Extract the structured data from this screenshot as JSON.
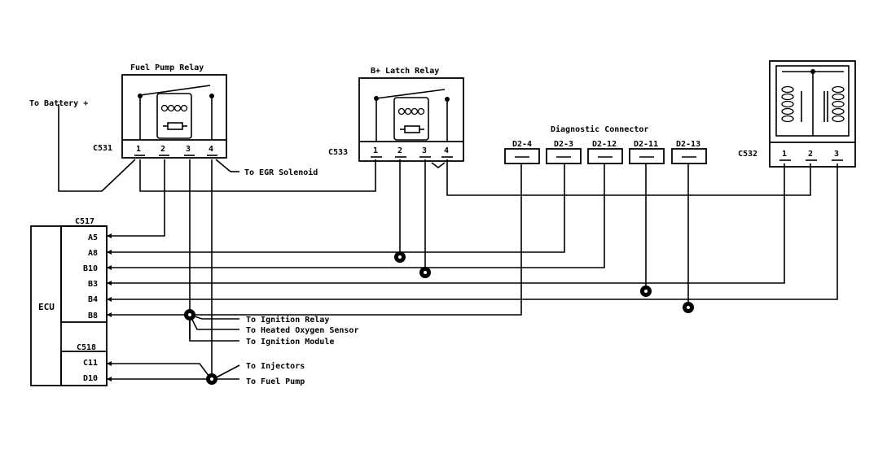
{
  "fuel_pump_relay": {
    "title": "Fuel Pump Relay",
    "connector": "C531",
    "pins": [
      "1",
      "2",
      "3",
      "4"
    ]
  },
  "latch_relay": {
    "title": "B+ Latch Relay",
    "connector": "C533",
    "pins": [
      "1",
      "2",
      "3",
      "4"
    ]
  },
  "c532": {
    "connector": "C532",
    "pins": [
      "1",
      "2",
      "3"
    ]
  },
  "diagnostic": {
    "title": "Diagnostic Connector",
    "pins": [
      "D2-4",
      "D2-3",
      "D2-12",
      "D2-11",
      "D2-13"
    ]
  },
  "ecu": {
    "label": "ECU",
    "c517": {
      "connector": "C517",
      "pins": [
        "A5",
        "A8",
        "B10",
        "B3",
        "B4",
        "B8"
      ]
    },
    "c518": {
      "connector": "C518",
      "pins": [
        "C11",
        "D10"
      ]
    }
  },
  "labels": {
    "battery": "To Battery +",
    "egr": "To EGR Solenoid",
    "ignition_relay": "To Ignition Relay",
    "oxygen_sensor": "To Heated Oxygen Sensor",
    "ignition_module": "To Ignition Module",
    "injectors": "To Injectors",
    "fuel_pump": "To Fuel Pump"
  }
}
